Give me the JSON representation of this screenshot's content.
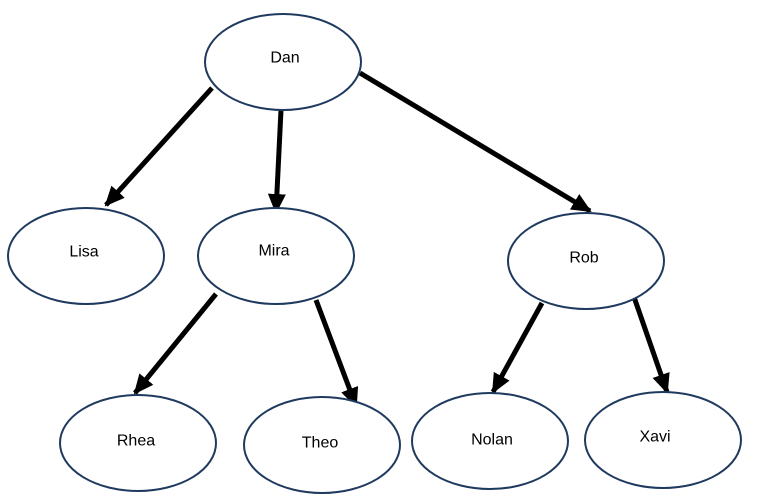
{
  "diagram": {
    "nodes": [
      {
        "id": "dan",
        "label": "Dan"
      },
      {
        "id": "lisa",
        "label": "Lisa"
      },
      {
        "id": "mira",
        "label": "Mira"
      },
      {
        "id": "rob",
        "label": "Rob"
      },
      {
        "id": "rhea",
        "label": "Rhea"
      },
      {
        "id": "theo",
        "label": "Theo"
      },
      {
        "id": "nolan",
        "label": "Nolan"
      },
      {
        "id": "xavi",
        "label": "Xavi"
      }
    ],
    "edges": [
      {
        "from": "dan",
        "to": "lisa"
      },
      {
        "from": "dan",
        "to": "mira"
      },
      {
        "from": "dan",
        "to": "rob"
      },
      {
        "from": "mira",
        "to": "rhea"
      },
      {
        "from": "mira",
        "to": "theo"
      },
      {
        "from": "rob",
        "to": "nolan"
      },
      {
        "from": "rob",
        "to": "xavi"
      }
    ],
    "colors": {
      "node_border": "#1f3a5f",
      "node_fill": "#ffffff",
      "edge": "#000000",
      "text": "#000000"
    }
  }
}
